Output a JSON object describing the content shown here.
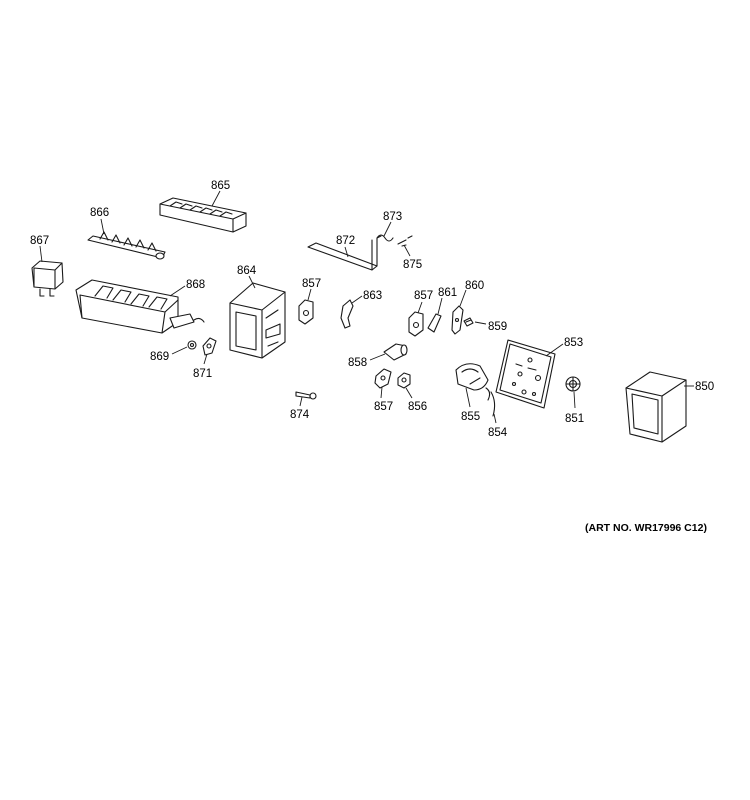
{
  "art_note": "(ART NO. WR17996 C12)",
  "callouts": {
    "c865": "865",
    "c866": "866",
    "c867": "867",
    "c868": "868",
    "c869": "869",
    "c871": "871",
    "c864": "864",
    "c857a": "857",
    "c872": "872",
    "c873": "873",
    "c875": "875",
    "c863": "863",
    "c857b": "857",
    "c861": "861",
    "c860": "860",
    "c859": "859",
    "c858": "858",
    "c857c": "857",
    "c856": "856",
    "c874": "874",
    "c855": "855",
    "c854": "854",
    "c853": "853",
    "c851": "851",
    "c850": "850"
  }
}
